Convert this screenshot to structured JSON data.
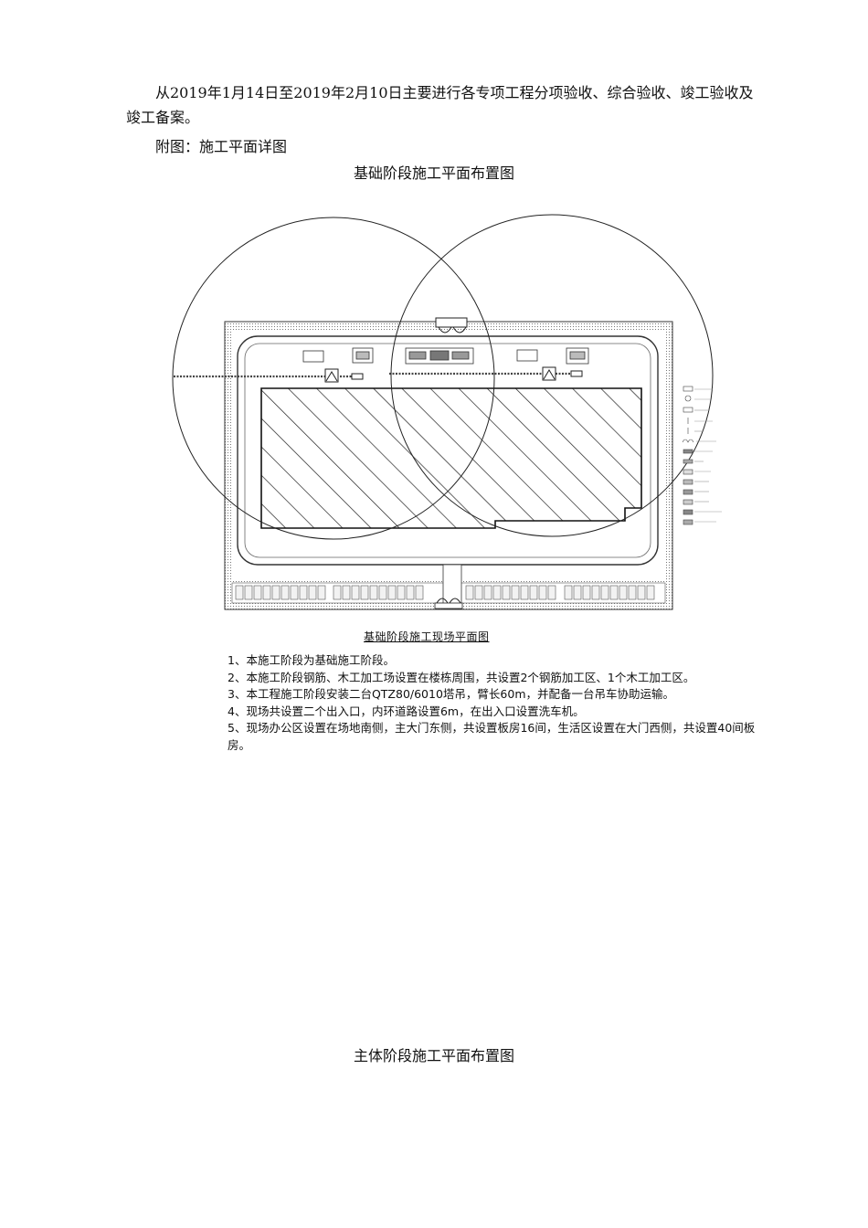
{
  "document": {
    "paragraph_schedule": "从2019年1月14日至2019年2月10日主要进行各专项工程分项验收、综合验收、竣工验收及竣工备案。",
    "paragraph_appendix": "附图：施工平面详图",
    "caption_foundation": "基础阶段施工平面布置图",
    "caption_main": "主体阶段施工平面布置图"
  },
  "drawing": {
    "title": "基础阶段施工现场平面图",
    "notes": [
      "1、本施工阶段为基础施工阶段。",
      "2、本施工阶段钢筋、木工加工场设置在楼栋周围，共设置2个钢筋加工区、1个木工加工区。",
      "3、本工程施工阶段安装二台QTZ80/6010塔吊，臂长60m，并配备一台吊车协助运输。",
      "4、现场共设置二个出入口，内环道路设置6m，在出入口设置洗车机。",
      "5、现场办公区设置在场地南侧，主大门东侧，共设置板房16间，生活区设置在大门西侧，共设置40间板房。"
    ]
  }
}
